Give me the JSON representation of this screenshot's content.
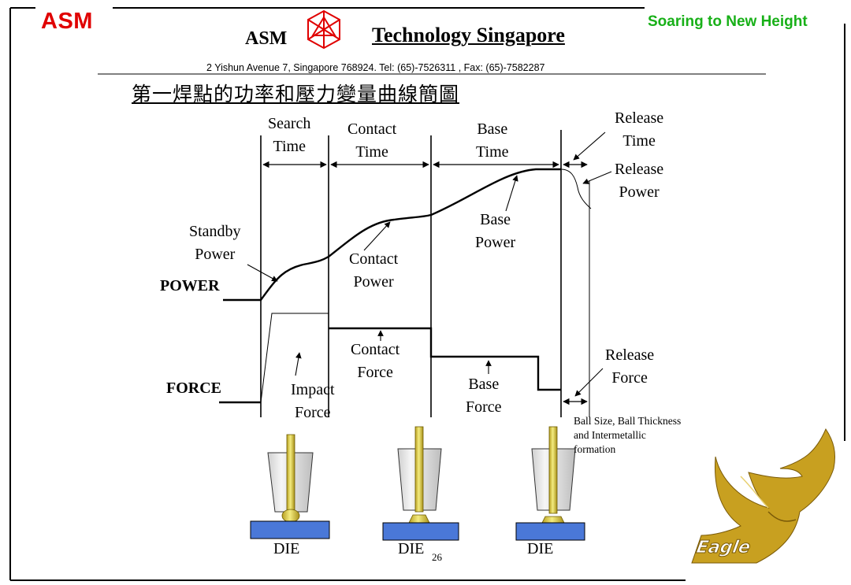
{
  "header": {
    "logo_text": "ASM",
    "tagline": "Soaring to New Height",
    "company_short": "ASM",
    "company_name": "Technology Singapore",
    "address": "2 Yishun Avenue 7,  Singapore 768924.  Tel: (65)-7526311 , Fax: (65)-7582287"
  },
  "title": "第一焊點的功率和壓力變量曲線簡圖",
  "phases": {
    "search": [
      "Search",
      "Time"
    ],
    "contact": [
      "Contact",
      "Time"
    ],
    "base": [
      "Base",
      "Time"
    ],
    "release": [
      "Release",
      "Time"
    ]
  },
  "labels": {
    "standby_power": [
      "Standby",
      "Power"
    ],
    "power": "POWER",
    "contact_power": [
      "Contact",
      "Power"
    ],
    "base_power": [
      "Base",
      "Power"
    ],
    "release_power": [
      "Release",
      "Power"
    ],
    "force": "FORCE",
    "impact_force": [
      "Impact",
      "Force"
    ],
    "contact_force": [
      "Contact",
      "Force"
    ],
    "base_force": [
      "Base",
      "Force"
    ],
    "release_force": [
      "Release",
      "Force"
    ]
  },
  "note": [
    "Ball Size, Ball Thickness",
    "and Intermetallic",
    "formation"
  ],
  "die_label": "DIE",
  "page_number": "26",
  "eagle_text": "Eagle",
  "colors": {
    "logo_red": "#e00000",
    "tagline_green": "#18b018",
    "wire_gold": "#e6d84a",
    "die_blue": "#4a78d8",
    "eagle_gold": "#c8a020"
  }
}
